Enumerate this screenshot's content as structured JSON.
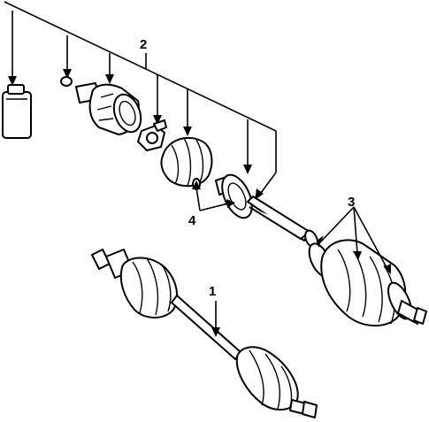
{
  "diagram": {
    "callouts": [
      {
        "id": "1",
        "label": "1"
      },
      {
        "id": "2",
        "label": "2"
      },
      {
        "id": "3",
        "label": "3"
      },
      {
        "id": "4",
        "label": "4"
      }
    ],
    "parts": [
      "grease-bottle",
      "retaining-ring",
      "outer-cv-joint-housing",
      "spider-bearing",
      "inner-boot",
      "boot-clamp",
      "front-axle-shaft-assembly",
      "rear-axle-shaft-assembly"
    ],
    "colors": {
      "line": "#000000",
      "background": "#ffffff"
    }
  }
}
